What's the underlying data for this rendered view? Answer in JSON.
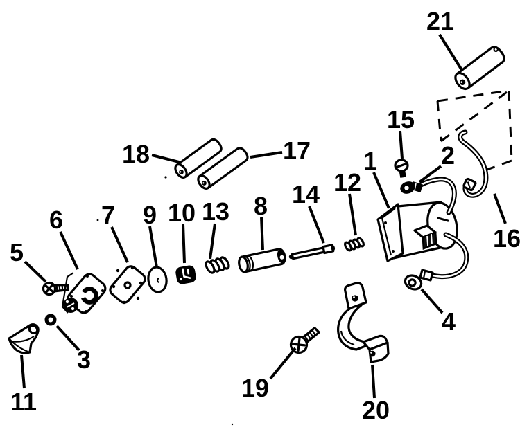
{
  "figure": {
    "background_color": "#ffffff",
    "line_color": "#000000",
    "type": "exploded-parts-diagram"
  },
  "callouts": [
    {
      "label": "1",
      "part": "solenoid-assembly"
    },
    {
      "label": "2",
      "part": "ring-terminal"
    },
    {
      "label": "3",
      "part": "o-ring"
    },
    {
      "label": "4",
      "part": "ring-terminal"
    },
    {
      "label": "5",
      "part": "phillips-screw"
    },
    {
      "label": "6",
      "part": "pump-body"
    },
    {
      "label": "7",
      "part": "gasket-plate"
    },
    {
      "label": "8",
      "part": "roller-tube"
    },
    {
      "label": "9",
      "part": "diaphragm-disc"
    },
    {
      "label": "10",
      "part": "valve-grommet"
    },
    {
      "label": "11",
      "part": "elbow-fitting"
    },
    {
      "label": "12",
      "part": "small-spring"
    },
    {
      "label": "13",
      "part": "spring"
    },
    {
      "label": "14",
      "part": "plunger-pin"
    },
    {
      "label": "15",
      "part": "screw"
    },
    {
      "label": "16",
      "part": "retainer-wire-clip"
    },
    {
      "label": "17",
      "part": "roller-tube"
    },
    {
      "label": "18",
      "part": "roller-tube"
    },
    {
      "label": "19",
      "part": "phillips-screw"
    },
    {
      "label": "20",
      "part": "clamp-bracket"
    },
    {
      "label": "21",
      "part": "roller-tube"
    }
  ]
}
